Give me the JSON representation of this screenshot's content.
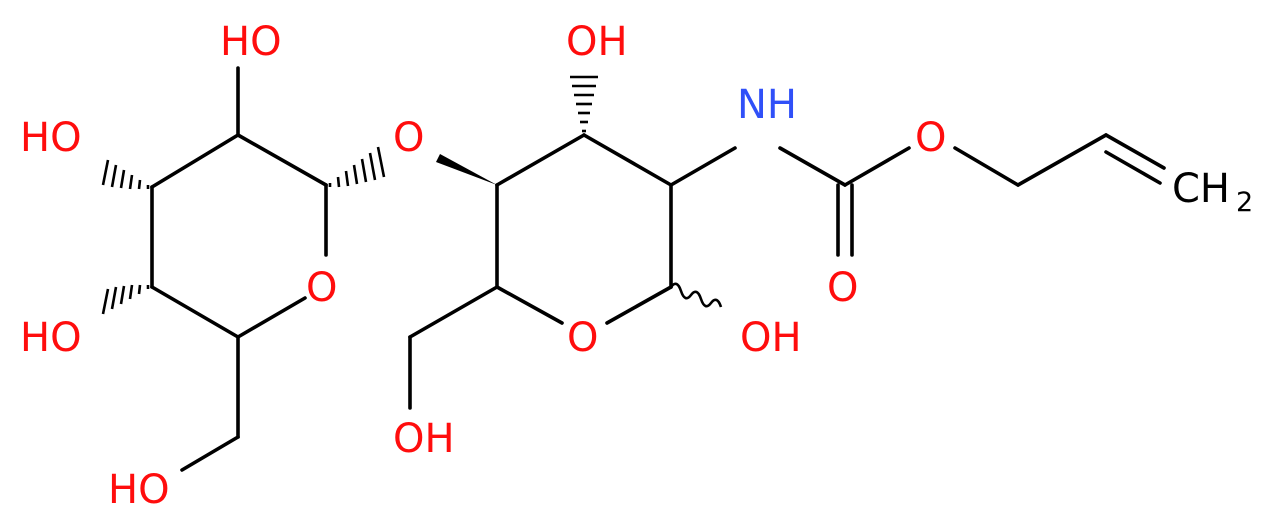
{
  "colors": {
    "bond": "#000000",
    "oxygen": "#ff0d0d",
    "nitrogen": "#3050f8",
    "carbon": "#000000"
  },
  "labels": {
    "oh_top_left_ring": "HO",
    "ho_left_upper": "HO",
    "ho_left_lower": "HO",
    "ring_o_left": "O",
    "ho_bottom_left": "HO",
    "glycosidic_o": "O",
    "oh_top_mid": "OH",
    "nh": "NH",
    "ester_o": "O",
    "ch2_main": "CH",
    "ch2_sub": "2",
    "carbonyl_o": "O",
    "ring_o_right": "O",
    "oh_anomeric": "OH",
    "oh_hydroxymethyl": "OH"
  }
}
